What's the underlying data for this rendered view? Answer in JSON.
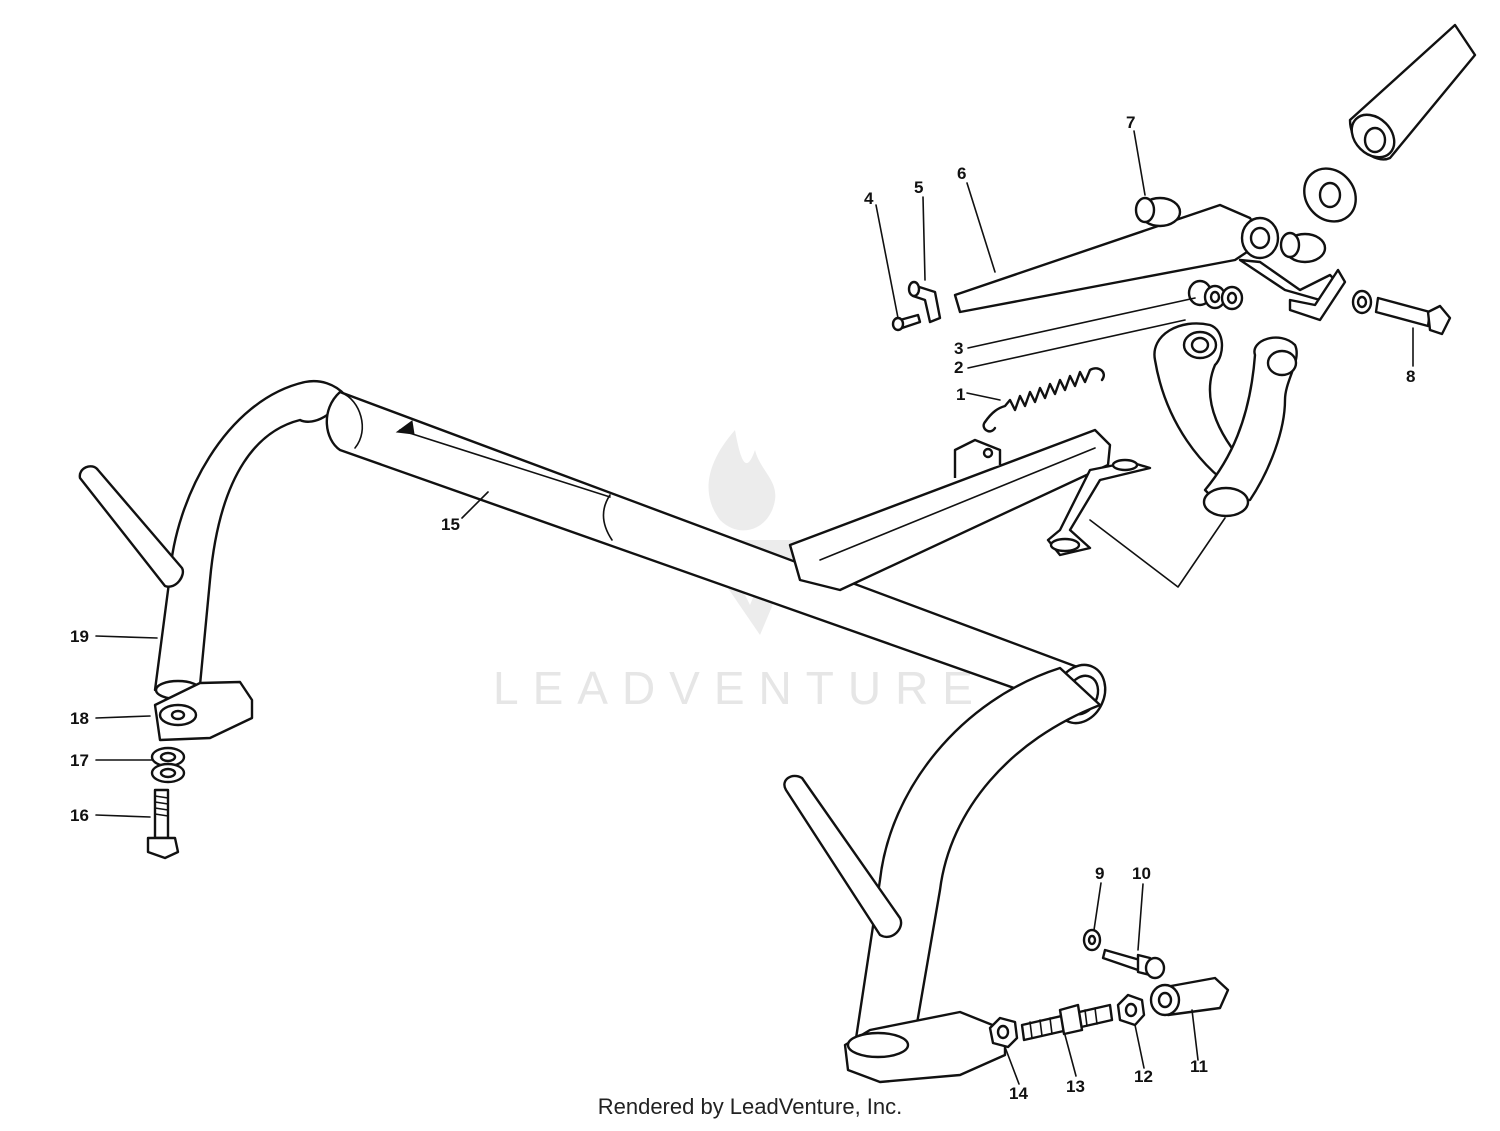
{
  "diagram": {
    "callouts": [
      "1",
      "2",
      "3",
      "4",
      "5",
      "6",
      "7",
      "8",
      "9",
      "10",
      "11",
      "12",
      "13",
      "14",
      "15",
      "16",
      "17",
      "18",
      "19"
    ]
  },
  "watermark": {
    "text": "LEADVENTURE"
  },
  "footer": {
    "credit": "Rendered by LeadVenture, Inc."
  }
}
